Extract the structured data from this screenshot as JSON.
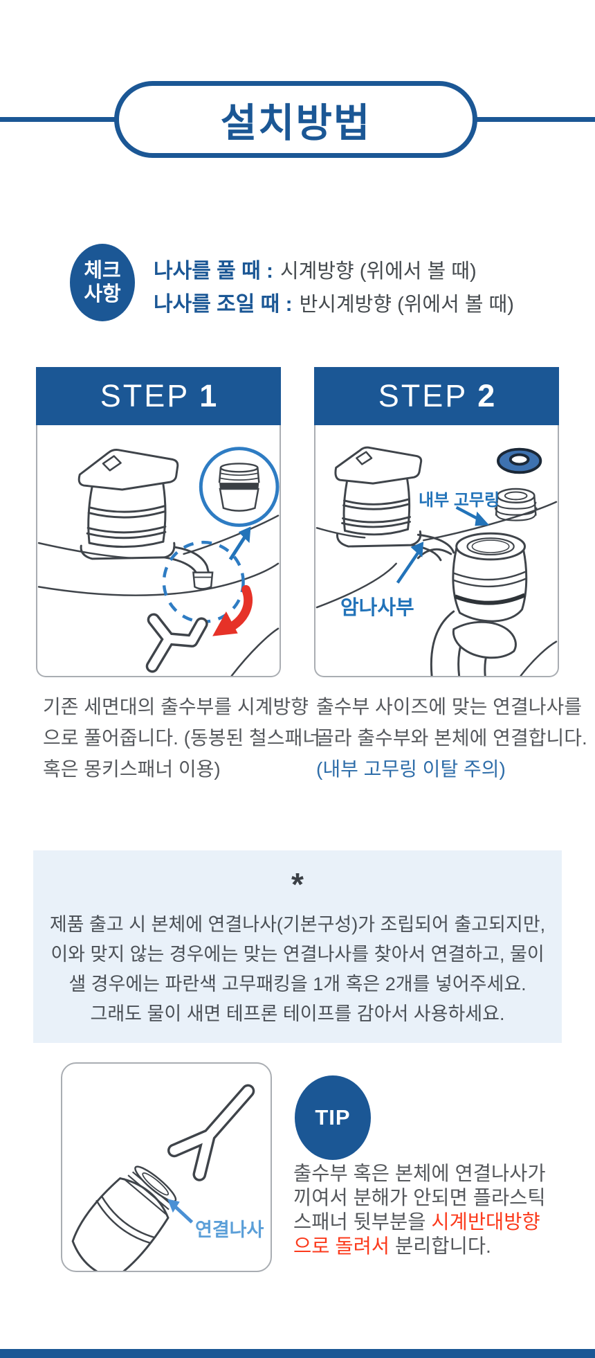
{
  "page": {
    "title": "설치방법"
  },
  "check": {
    "badge_line1": "체크",
    "badge_line2": "사항",
    "items": [
      {
        "label": "나사를 풀 때 :",
        "value": "시계방향 (위에서 볼 때)"
      },
      {
        "label": "나사를 조일 때 :",
        "value": "반시계방향 (위에서 볼 때)"
      }
    ]
  },
  "steps": [
    {
      "word": "STEP",
      "num": "1",
      "caption_lines": [
        "기존 세면대의 출수부를 시계방향",
        "으로 풀어줍니다. (동봉된 철스패너",
        "혹은 몽키스패너 이용)"
      ]
    },
    {
      "word": "STEP",
      "num": "2",
      "labels": {
        "inner_ring": "내부 고무링",
        "female_thread": "암나사부"
      },
      "caption_lines": [
        "출수부 사이즈에 맞는 연결나사를",
        "골라 출수부와 본체에 연결합니다."
      ],
      "caption_note": "(내부 고무링 이탈 주의)"
    }
  ],
  "notice": {
    "marker": "*",
    "lines": [
      "제품 출고 시 본체에 연결나사(기본구성)가 조립되어 출고되지만,",
      "이와 맞지 않는 경우에는 맞는 연결나사를 찾아서 연결하고, 물이",
      "샐 경우에는 파란색 고무패킹을 1개 혹은 2개를 넣어주세요.",
      "그래도 물이 새면 테프론 테이프를 감아서 사용하세요."
    ]
  },
  "tip": {
    "badge": "TIP",
    "diagram_label": "연결나사",
    "line1": "출수부 혹은 본체에 연결나사가",
    "line2": "끼여서 분해가 안되면 플라스틱",
    "line3_gray": "스패너 뒷부분을 ",
    "line3_red": "시계반대방향",
    "line4_red": "으로 돌려서",
    "line4_gray": " 분리합니다."
  },
  "colors": {
    "primary_blue": "#1b5795",
    "diagram_blue": "#2273b9",
    "light_blue": "#5b9fd8",
    "note_blue": "#2e6da9",
    "notice_bg": "#e9f1f9",
    "alert_red": "#fb3a1c",
    "arrow_red": "#e63228",
    "body_gray": "#55585c",
    "rubber_ring_blue": "#3e72b0"
  }
}
